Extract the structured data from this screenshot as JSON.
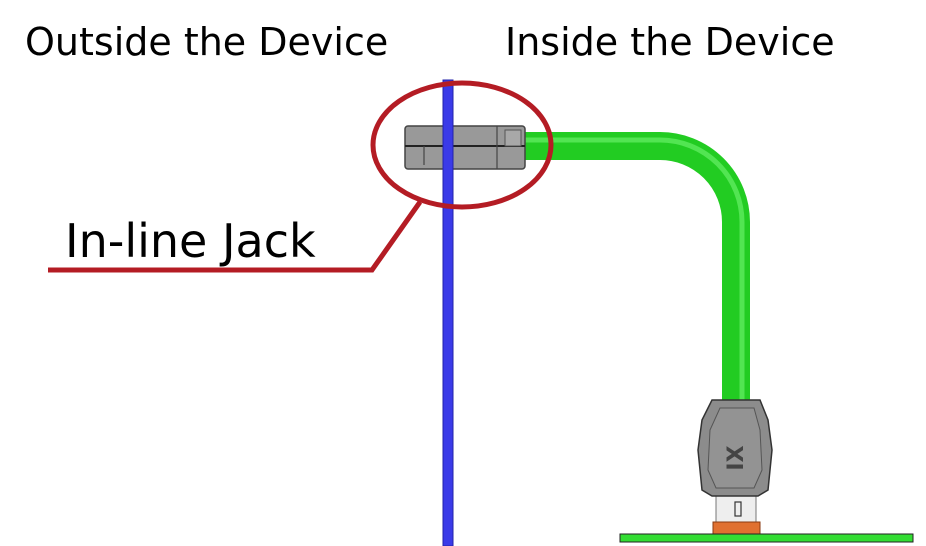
{
  "labels": {
    "outside": "Outside the Device",
    "inside": "Inside the Device",
    "callout": "In-line Jack"
  },
  "colors": {
    "wall": "#3a3ae8",
    "callout": "#b41c24",
    "cable": "#22cc22",
    "connector": "#8c8c8c",
    "board": "#33dd33",
    "receptacle": "#e07030"
  }
}
